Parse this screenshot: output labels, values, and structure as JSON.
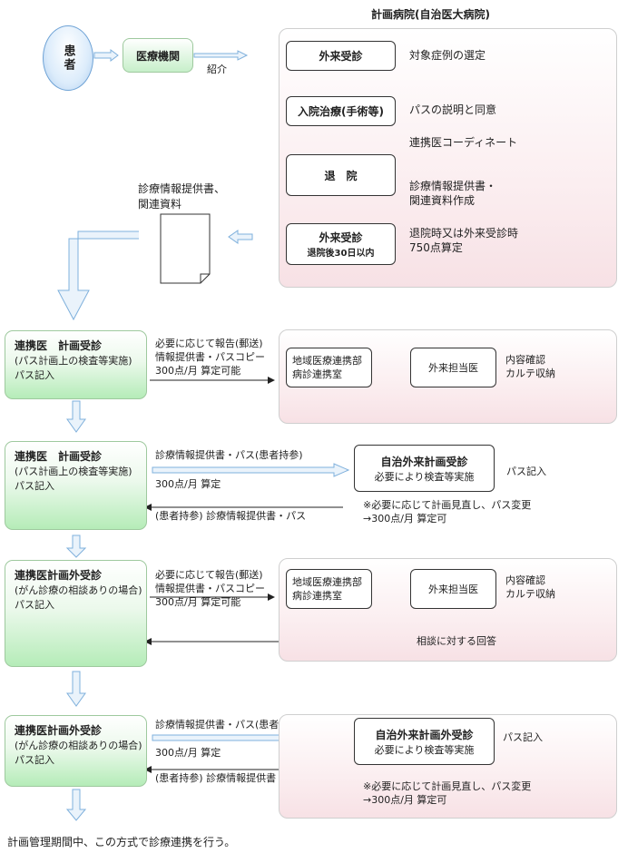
{
  "patient": "患者",
  "medical_institution": "医療機関",
  "referral": "紹介",
  "planned_hospital": "計画病院(自治医大病院)",
  "top_steps": [
    {
      "label": "外来受診",
      "note": "対象症例の選定"
    },
    {
      "label": "入院治療(手術等)",
      "note": "パスの説明と同意"
    },
    {
      "label": "",
      "note": "連携医コーディネート"
    },
    {
      "label": "退　院",
      "note": "診療情報提供書・\n関連資料作成"
    },
    {
      "label": "外来受診",
      "sub": "退院後30日以内",
      "note": "退院時又は外来受診時\n750点算定"
    }
  ],
  "document": "診療情報提供書、\n関連資料",
  "rows": [
    {
      "left_title": "連携医　計画受診",
      "left_lines": [
        "(パス計画上の検査等実施)",
        "パス記入"
      ],
      "arrow_text": "必要に応じて報告(郵送)\n情報提供書・パスコピー\n300点/月 算定可能",
      "box1": "地域医療連携部\n病診連携室",
      "box2": "外来担当医",
      "note": "内容確認\nカルテ収納"
    },
    {
      "left_title": "連携医　計画受診",
      "left_lines": [
        "(パス計画上の検査等実施)",
        "パス記入"
      ],
      "arrow_text_top": "診療情報提供書・パス(患者持参)",
      "arrow_text_mid": "300点/月 算定",
      "arrow_text_back": "(患者持参) 診療情報提供書・パス",
      "box_title": "自治外来計画受診",
      "box_sub": "必要により検査等実施",
      "note": "パス記入",
      "remark": "※必要に応じて計画見直し、パス変更\n→300点/月 算定可"
    },
    {
      "left_title": "連携医計画外受診",
      "left_lines": [
        "(がん診療の相談ありの場合)",
        "パス記入"
      ],
      "arrow_text": "必要に応じて報告(郵送)\n情報提供書・パスコピー\n300点/月 算定可能",
      "box1": "地域医療連携部\n病診連携室",
      "box2": "外来担当医",
      "note": "内容確認\nカルテ収納",
      "reply": "相談に対する回答"
    },
    {
      "left_title": "連携医計画外受診",
      "left_lines": [
        "(がん診療の相談ありの場合)",
        "パス記入"
      ],
      "arrow_text_top": "診療情報提供書・パス(患者持参)",
      "arrow_text_mid": "300点/月 算定",
      "arrow_text_back": "(患者持参) 診療情報提供書・パス",
      "box_title": "自治外来計画外受診",
      "box_sub": "必要により検査等実施",
      "note": "パス記入",
      "remark": "※必要に応じて計画見直し、パス変更\n→300点/月 算定可"
    }
  ],
  "footer": "計画管理期間中、この方式で診療連携を行う。"
}
